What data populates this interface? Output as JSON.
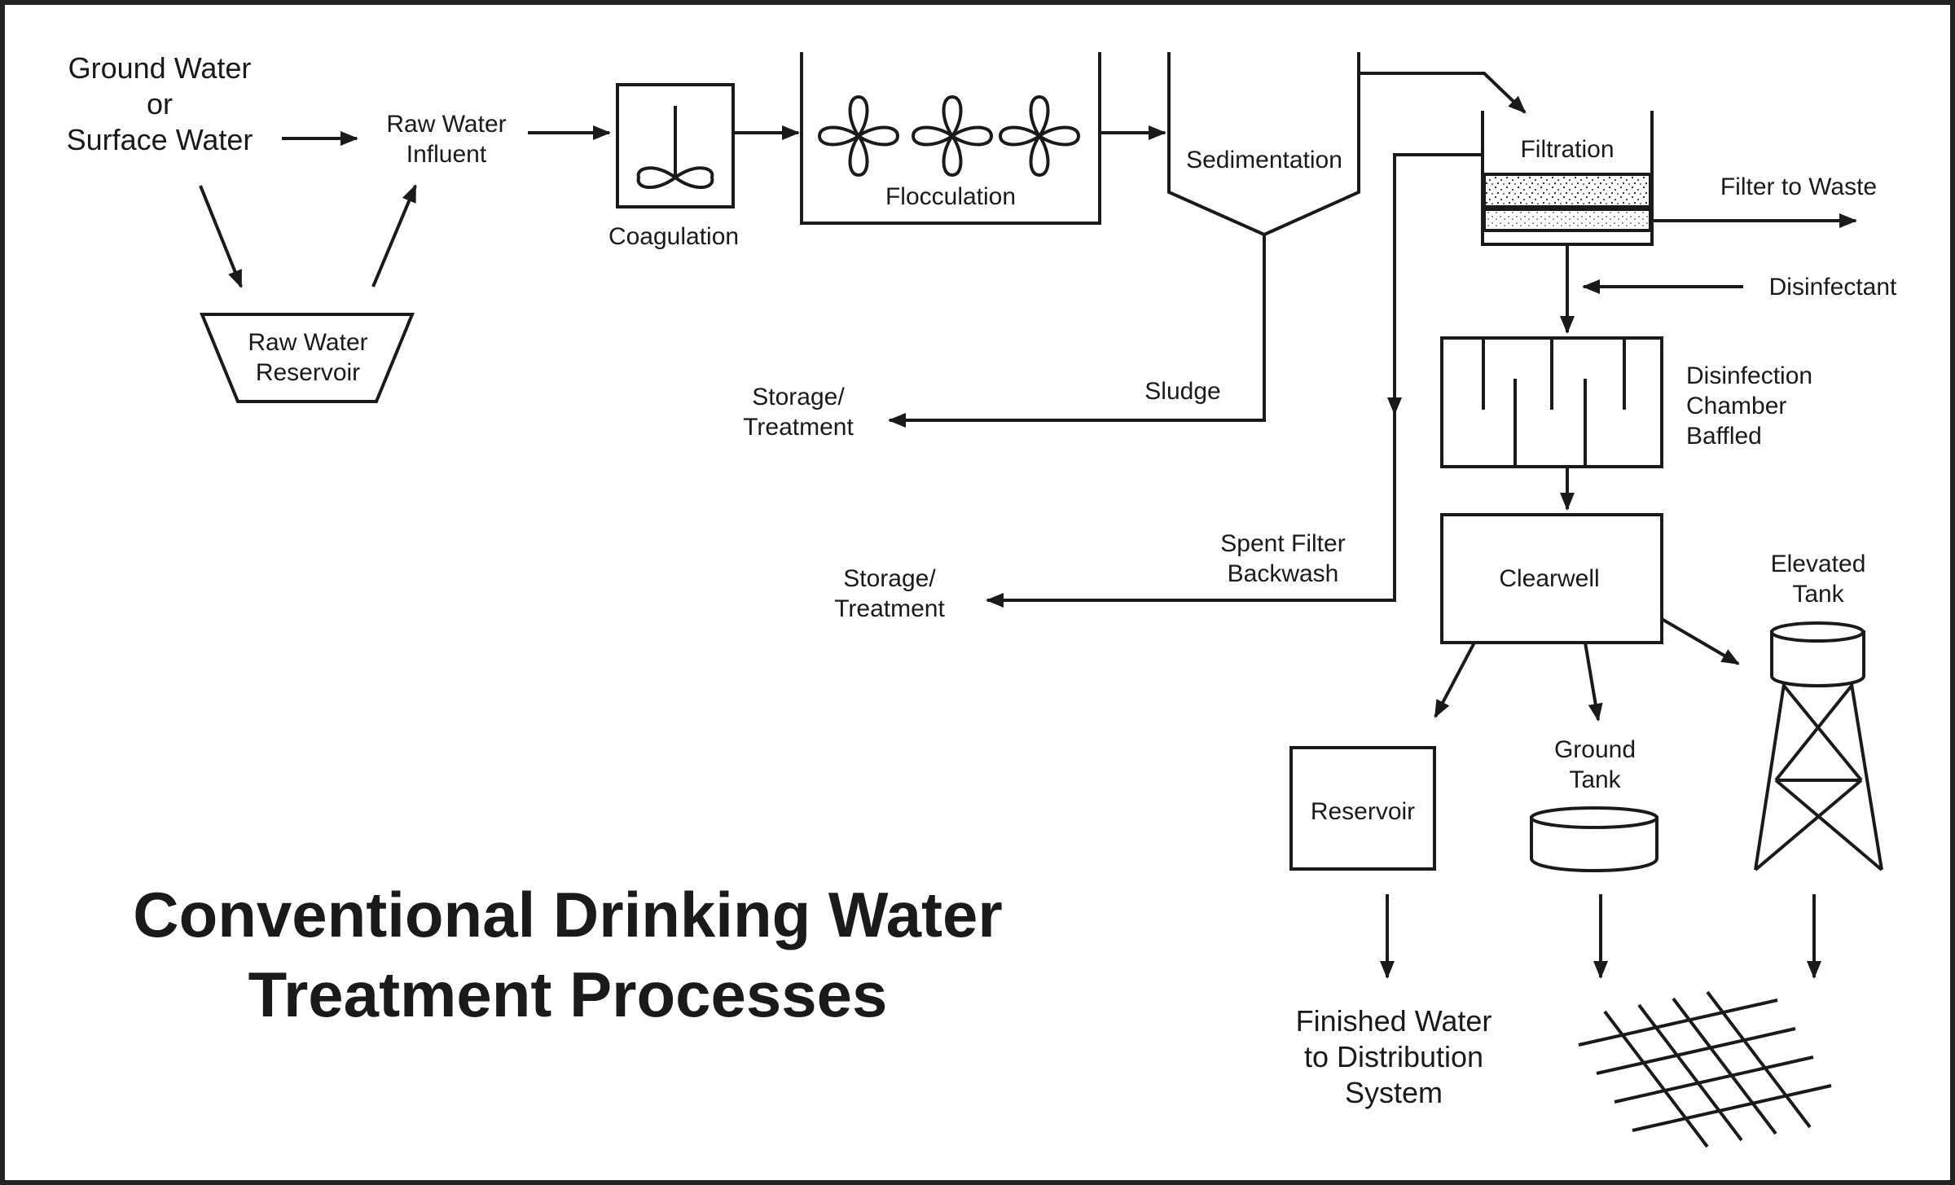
{
  "title": {
    "line1": "Conventional Drinking Water",
    "line2": "Treatment Processes"
  },
  "labels": {
    "source_line1": "Ground Water",
    "source_line2": "or",
    "source_line3": "Surface Water",
    "raw_influent_line1": "Raw Water",
    "raw_influent_line2": "Influent",
    "raw_reservoir_line1": "Raw Water",
    "raw_reservoir_line2": "Reservoir",
    "coagulation": "Coagulation",
    "flocculation": "Flocculation",
    "sedimentation": "Sedimentation",
    "filtration": "Filtration",
    "filter_to_waste": "Filter to Waste",
    "disinfectant": "Disinfectant",
    "disinfection_line1": "Disinfection",
    "disinfection_line2": "Chamber",
    "disinfection_line3": "Baffled",
    "sludge": "Sludge",
    "storage1_line1": "Storage/",
    "storage1_line2": "Treatment",
    "storage2_line1": "Storage/",
    "storage2_line2": "Treatment",
    "spent_line1": "Spent Filter",
    "spent_line2": "Backwash",
    "clearwell": "Clearwell",
    "elevated_line1": "Elevated",
    "elevated_line2": "Tank",
    "ground_tank_line1": "Ground",
    "ground_tank_line2": "Tank",
    "reservoir": "Reservoir",
    "finished_line1": "Finished Water",
    "finished_line2": "to Distribution",
    "finished_line3": "System"
  },
  "colors": {
    "ink": "#1a1a1a",
    "background": "#ffffff",
    "frame": "#222222"
  }
}
